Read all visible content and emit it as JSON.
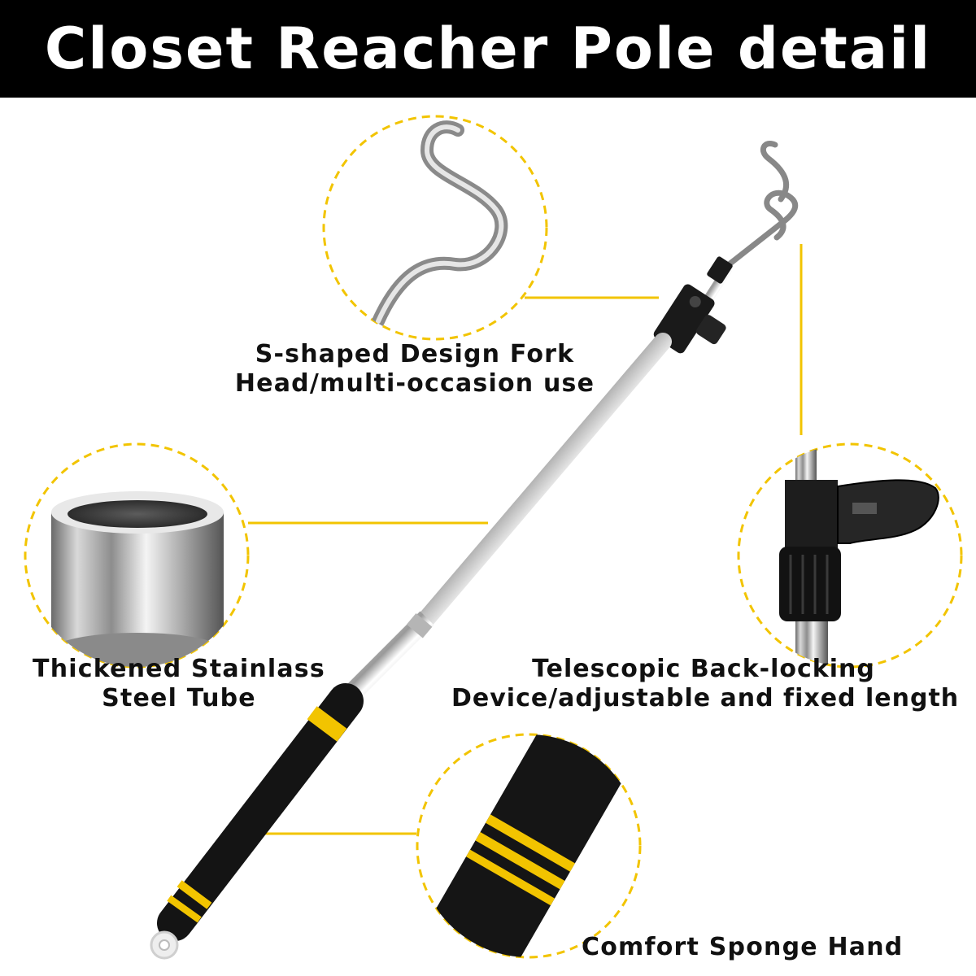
{
  "title": "Closet Reacher Pole detail",
  "features": {
    "fork_head": {
      "line1": "S-shaped Design Fork",
      "line2": "Head/multi-occasion use"
    },
    "steel_tube": {
      "line1": "Thickened Stainlass",
      "line2": "Steel Tube"
    },
    "locking_device": {
      "line1": "Telescopic Back-locking",
      "line2": "Device/adjustable and fixed length"
    },
    "sponge_handle": {
      "line1": "Comfort Sponge Hand"
    }
  },
  "colors": {
    "banner": "#000000",
    "accent_yellow": "#f2c400",
    "steel": "#c8c8c8",
    "foam": "#141414"
  },
  "icons": [
    "s-hook-icon",
    "steel-tube-icon",
    "lock-clip-icon",
    "foam-handle-icon",
    "reacher-pole-icon"
  ]
}
